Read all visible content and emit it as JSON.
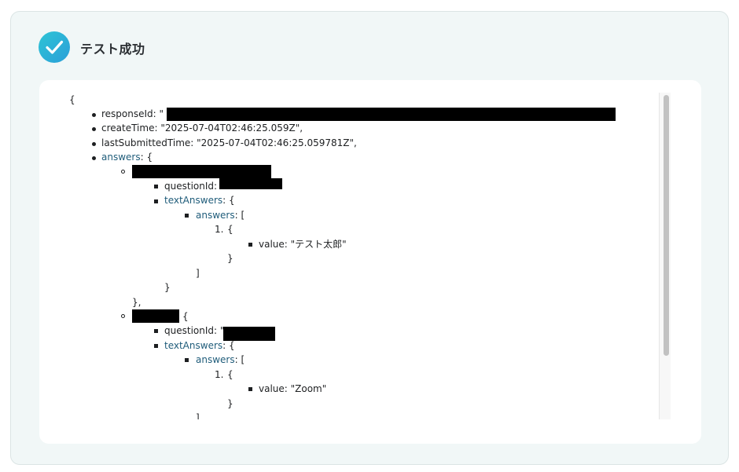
{
  "header": {
    "title": "テスト成功",
    "icon": "check-circle-icon",
    "accent": "#2ab7d6"
  },
  "json_view": {
    "open_brace": "{",
    "response_id_key": "responseId: \"",
    "create_time_line": "createTime: \"2025-07-04T02:46:25.059Z\",",
    "last_submitted_line": "lastSubmittedTime: \"2025-07-04T02:46:25.059781Z\",",
    "answers_key": "answers",
    "answers_open": ": {",
    "q1": {
      "question_id_key": "questionId: ",
      "question_id_visible": "'",
      "text_answers_key": "textAnswers",
      "text_answers_open": ": {",
      "answers_key": "answers",
      "answers_open": ": [",
      "item_number": "1.",
      "item_open": "{",
      "value_line": "value: \"テスト太郎\"",
      "item_close": "}",
      "array_close": "]",
      "text_answers_close": "}",
      "close": "},"
    },
    "q2": {
      "open": "{",
      "question_id_key": "questionId: \"",
      "text_answers_key": "textAnswers",
      "text_answers_open": ": {",
      "answers_key": "answers",
      "answers_open": ": [",
      "item_number": "1.",
      "item_open": "{",
      "value_line": "value: \"Zoom\"",
      "item_close": "}",
      "array_close": "]"
    }
  }
}
